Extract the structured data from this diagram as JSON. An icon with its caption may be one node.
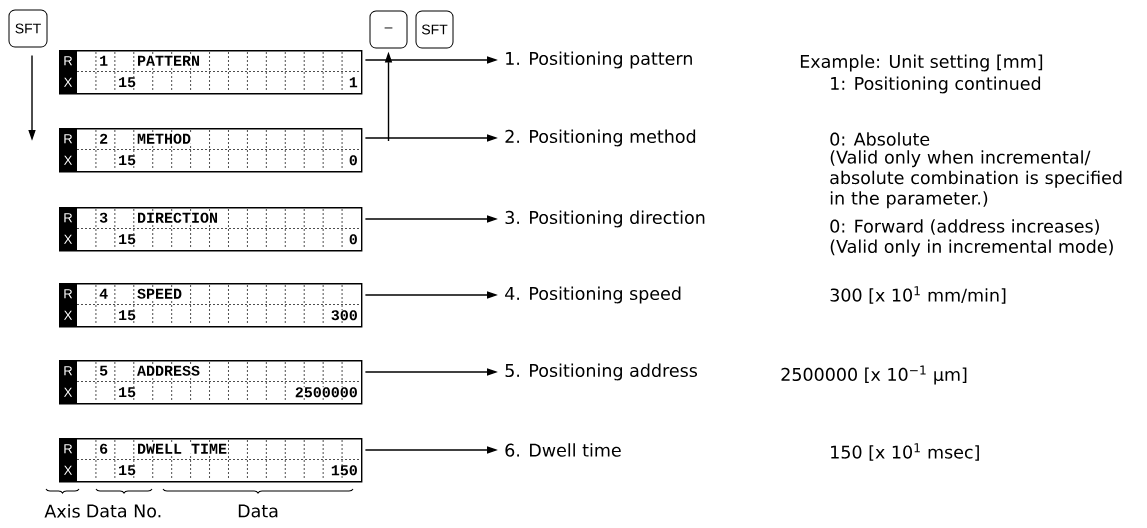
{
  "diagram": {
    "nodes": [
      {
        "text": [
          "SFT"
        ]
      },
      {
        "text": [
          "R",
          "X",
          "1",
          "PATTERN",
          "15",
          "1"
        ]
      },
      {
        "text": [
          "R",
          "X",
          "2",
          "METHOD",
          "15",
          "0"
        ]
      },
      {
        "text": [
          "R",
          "X",
          "3",
          "DIRECTION",
          "15",
          "0"
        ]
      },
      {
        "text": [
          "R",
          "X",
          "4",
          "SPEED",
          "15",
          "300"
        ]
      },
      {
        "text": [
          "R",
          "X",
          "5",
          "ADDRESS",
          "15",
          "2500000"
        ]
      },
      {
        "text": [
          "R",
          "X",
          "6",
          "DWELL TIME",
          "15",
          "150"
        ]
      },
      {
        "text": [
          "–"
        ]
      },
      {
        "text": [
          "SFT"
        ]
      },
      {
        "text": [
          "1. Positioning pattern"
        ]
      },
      {
        "text": [
          "2. Positioning method"
        ]
      },
      {
        "text": [
          "3. Positioning direction"
        ]
      },
      {
        "text": [
          "4. Positioning speed"
        ]
      },
      {
        "text": [
          "5. Positioning address"
        ]
      },
      {
        "text": [
          "6. Dwell time"
        ]
      }
    ],
    "edges": [
      {
        "from": 0,
        "to": null,
        "arrow": "to"
      },
      {
        "from": null,
        "to": 7,
        "arrow": "to"
      },
      {
        "from": 1,
        "to": 9,
        "arrow": "to"
      },
      {
        "from": 2,
        "to": 10,
        "arrow": "to"
      },
      {
        "from": 3,
        "to": 11,
        "arrow": "to"
      },
      {
        "from": 4,
        "to": 12,
        "arrow": "to"
      },
      {
        "from": 5,
        "to": 13,
        "arrow": "to"
      },
      {
        "from": 6,
        "to": 14,
        "arrow": "to"
      }
    ],
    "labels": [
      "Example: Unit setting [mm]",
      "1: Positioning continued",
      "0: Absolute",
      "(Valid only when incremental/ absolute combination is specified in the parameter.)",
      "0: Forward (address increases)",
      "(Valid only in incremental mode)",
      "300 [x 10$^{1}$ mm/min]",
      "2500000 [x 10$^{−1}$ μm]",
      "150 [x 10$^{1}$ msec]",
      "Axis",
      "Data No.",
      "Data"
    ]
  }
}
